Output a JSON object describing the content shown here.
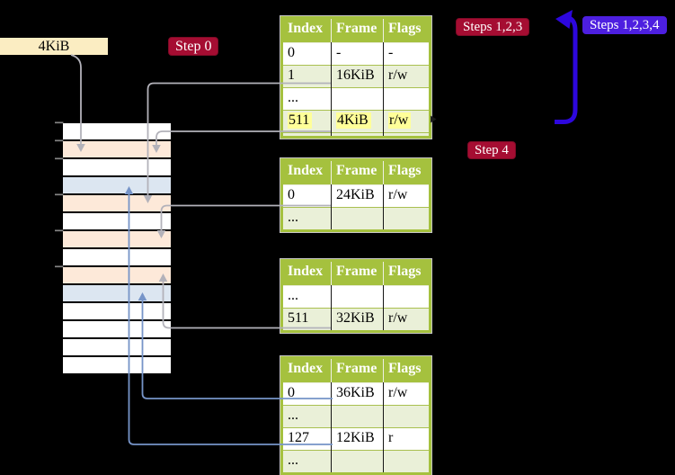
{
  "free_frame_box": {
    "label": "4KiB"
  },
  "labels": {
    "step0": "Step 0",
    "steps123": "Steps 1,2,3",
    "steps1234": "Steps 1,2,3,4",
    "step4": "Step 4"
  },
  "tables": [
    {
      "headers": [
        "Index",
        "Frame",
        "Flags"
      ],
      "rows": [
        {
          "cells": [
            "0",
            "-",
            "-"
          ]
        },
        {
          "cells": [
            "1",
            "16KiB",
            "r/w"
          ]
        },
        {
          "cells": [
            "...",
            "",
            ""
          ]
        },
        {
          "cells": [
            "511",
            "4KiB",
            "r/w"
          ],
          "highlight": true
        },
        {
          "cells": [
            "",
            "",
            ""
          ],
          "partial": true
        }
      ]
    },
    {
      "headers": [
        "Index",
        "Frame",
        "Flags"
      ],
      "rows": [
        {
          "cells": [
            "0",
            "24KiB",
            "r/w"
          ]
        },
        {
          "cells": [
            "...",
            "",
            ""
          ]
        }
      ]
    },
    {
      "headers": [
        "Index",
        "Frame",
        "Flags"
      ],
      "rows": [
        {
          "cells": [
            "...",
            "",
            ""
          ]
        },
        {
          "cells": [
            "511",
            "32KiB",
            "r/w"
          ]
        }
      ]
    },
    {
      "headers": [
        "Index",
        "Frame",
        "Flags"
      ],
      "rows": [
        {
          "cells": [
            "0",
            "36KiB",
            "r/w"
          ]
        },
        {
          "cells": [
            "...",
            "",
            ""
          ]
        },
        {
          "cells": [
            "127",
            "12KiB",
            "r"
          ]
        },
        {
          "cells": [
            "...",
            "",
            ""
          ]
        }
      ]
    }
  ],
  "memory": {
    "rows": [
      "white",
      "peach",
      "white",
      "blue",
      "peach",
      "white",
      "peach",
      "white",
      "peach",
      "blue",
      "white",
      "white",
      "white",
      "white"
    ]
  },
  "colors": {
    "background": "#000000",
    "table_header_green": "#a5c13e",
    "table_row_light_green": "#eaf0d8",
    "highlight_yellow": "#ffff99",
    "memory_peach": "#fde9d9",
    "memory_blue": "#dce6f1",
    "free_frame_wheat": "#fbedc2",
    "label_red": "#a50d32",
    "label_blue_violet": "#4d1fe0",
    "arrow_gray": "#b3b2ba",
    "arrow_steel_blue": "#7694c8",
    "arrow_thick_blue": "#2d07dd"
  }
}
